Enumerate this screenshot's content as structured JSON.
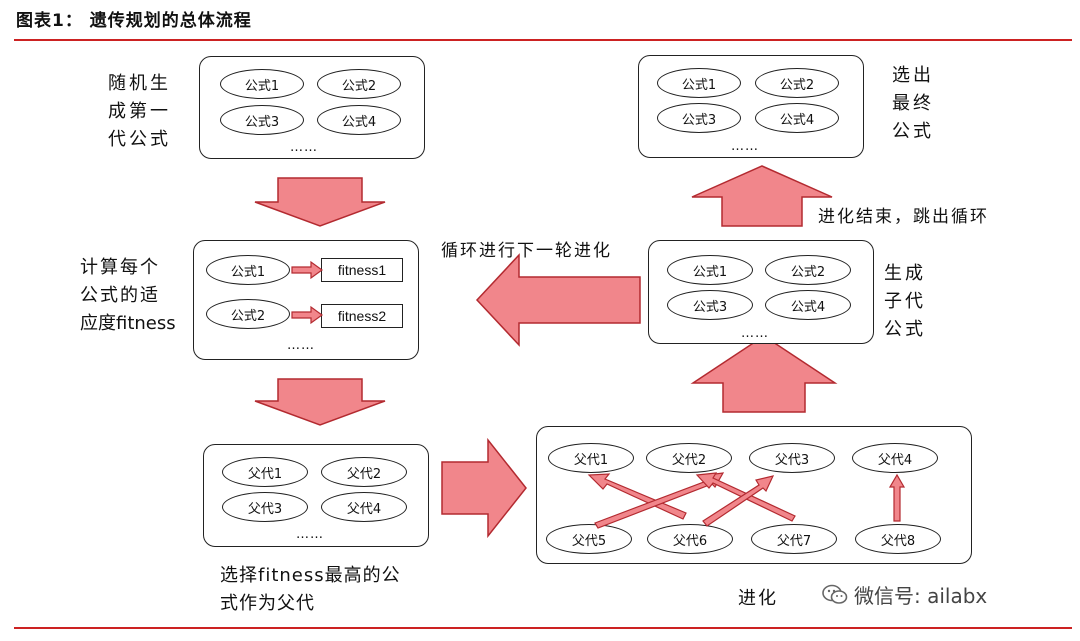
{
  "title": "图表1：  遗传规划的总体流程",
  "colors": {
    "arrow_fill": "#f1868b",
    "arrow_stroke": "#b32a30",
    "rule": "#cc2222"
  },
  "boxes": {
    "gen1": {
      "ovals": [
        "公式1",
        "公式2",
        "公式3",
        "公式4"
      ],
      "dots": "……"
    },
    "fitness": {
      "ovals": [
        "公式1",
        "公式2"
      ],
      "results": [
        "fitness1",
        "fitness2"
      ],
      "dots": "……"
    },
    "parents": {
      "ovals": [
        "父代1",
        "父代2",
        "父代3",
        "父代4"
      ],
      "dots": "……"
    },
    "evolve": {
      "top": [
        "父代1",
        "父代2",
        "父代3",
        "父代4"
      ],
      "bottom": [
        "父代5",
        "父代6",
        "父代7",
        "父代8"
      ]
    },
    "children": {
      "ovals": [
        "公式1",
        "公式2",
        "公式3",
        "公式4"
      ],
      "dots": "……"
    },
    "final": {
      "ovals": [
        "公式1",
        "公式2",
        "公式3",
        "公式4"
      ],
      "dots": "……"
    }
  },
  "labels": {
    "gen1": [
      "随机生",
      "成第一",
      "代公式"
    ],
    "fitness": [
      "计算每个",
      "公式的适",
      "应度fitness"
    ],
    "parents": [
      "选择fitness最高的公",
      "式作为父代"
    ],
    "evolve": "进化",
    "children": [
      "生成",
      "子代",
      "公式"
    ],
    "final": [
      "选出",
      "最终",
      "公式"
    ],
    "loop": "循环进行下一轮进化",
    "end": "进化结束，跳出循环"
  },
  "watermark": "微信号: ailabx"
}
